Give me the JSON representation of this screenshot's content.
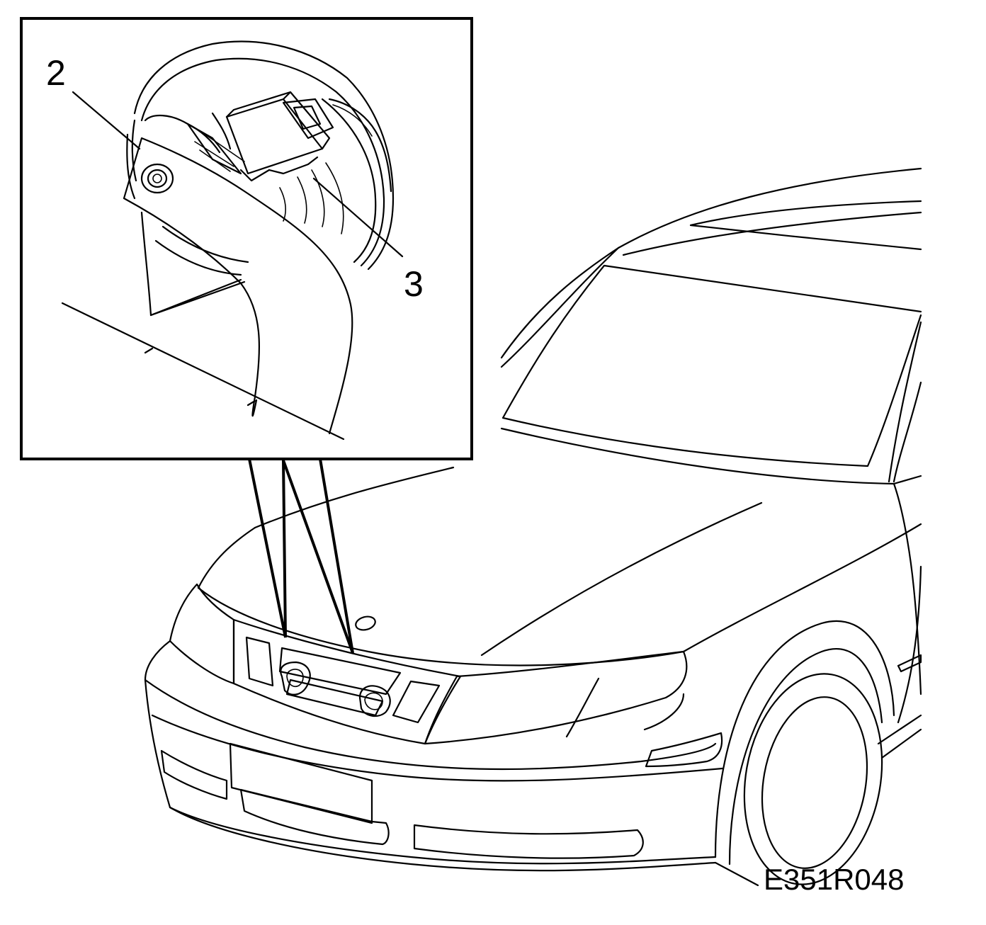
{
  "figure": {
    "callouts": [
      {
        "id": "2",
        "text": "2"
      },
      {
        "id": "3",
        "text": "3"
      }
    ],
    "drawing_code": "E351R048"
  },
  "colors": {
    "ink": "#000000",
    "paper": "#ffffff"
  }
}
